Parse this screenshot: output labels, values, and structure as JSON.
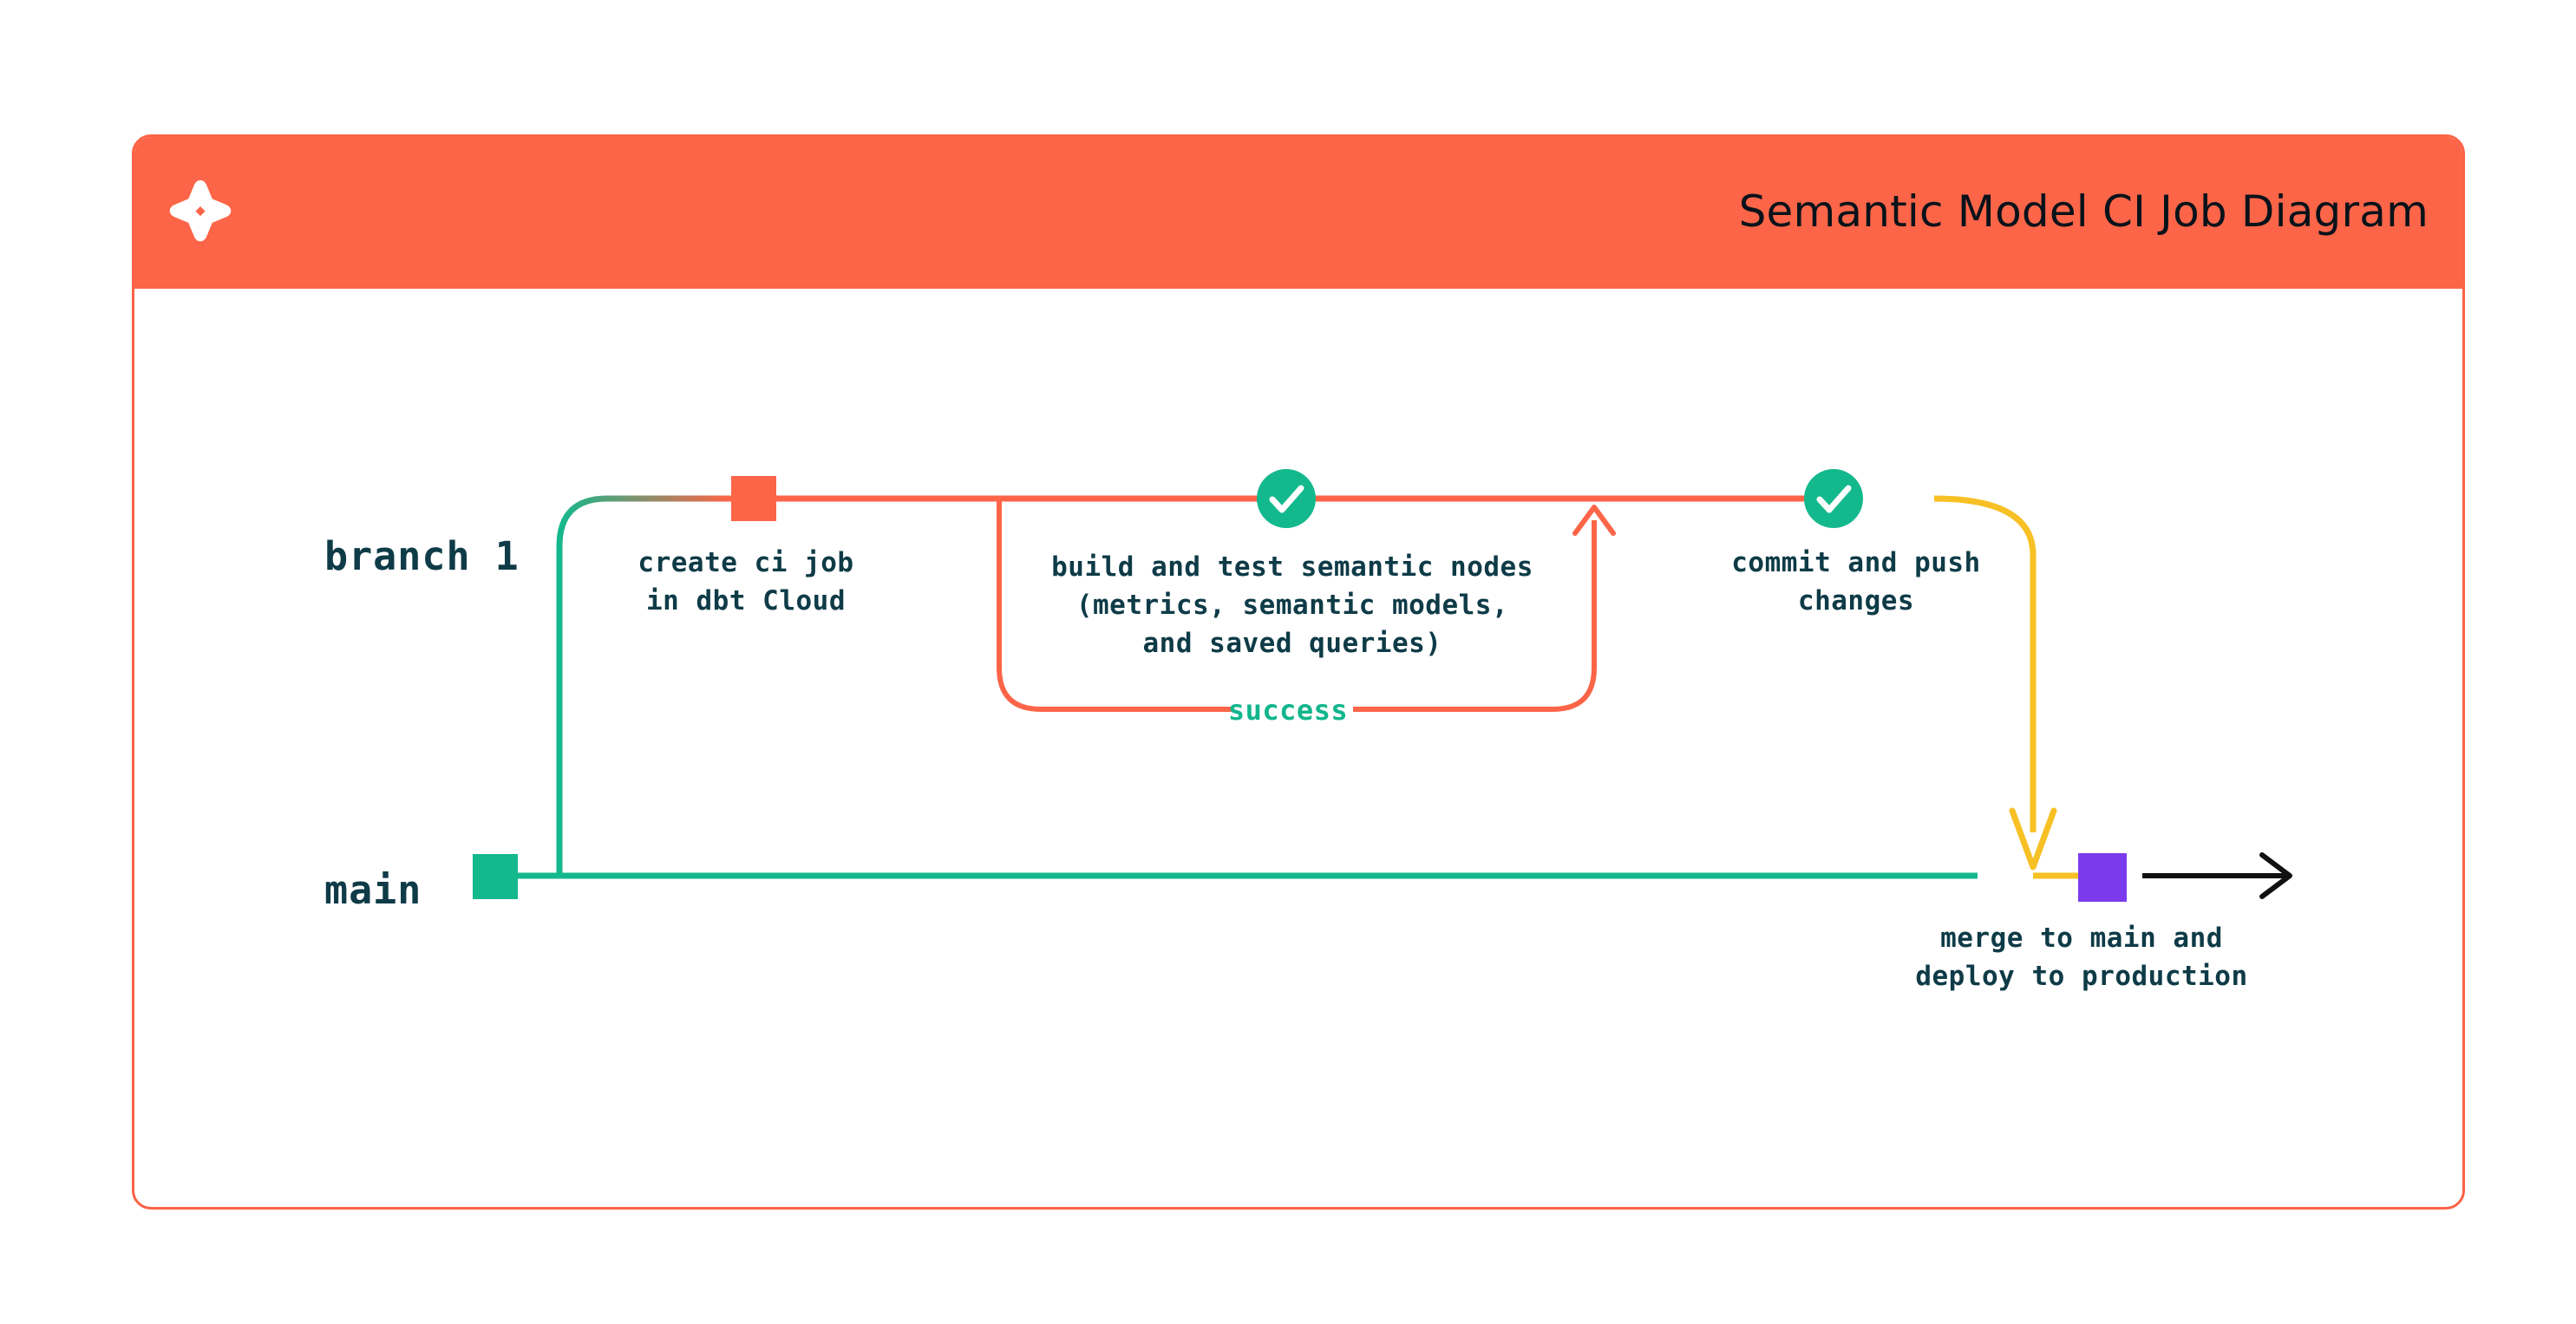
{
  "card": {
    "logo_icon": "dbt-logo-icon",
    "title": "Semantic Model CI Job Diagram",
    "border_color": "#fc6246",
    "header_color": "#fc6548"
  },
  "colors": {
    "orange": "#fc6548",
    "green": "#14b88d",
    "yellow": "#f7c024",
    "purple": "#7c3aed",
    "black": "#111111",
    "text_dark": "#0e3b47"
  },
  "lanes": [
    {
      "name": "branch-1",
      "label": "branch 1"
    },
    {
      "name": "main",
      "label": "main"
    }
  ],
  "nodes": [
    {
      "name": "create-ci-job",
      "shape": "square",
      "color": "#fc6548",
      "caption": "create ci job\nin dbt Cloud"
    },
    {
      "name": "build-and-test",
      "shape": "check-circle",
      "color": "#14b88d",
      "caption": "build and test semantic nodes\n(metrics, semantic models,\nand saved queries)"
    },
    {
      "name": "commit-and-push",
      "shape": "check-circle",
      "color": "#14b88d",
      "caption": "commit and push\nchanges"
    },
    {
      "name": "merge-to-main",
      "shape": "square",
      "color": "#7c3aed",
      "caption": "merge to main and\ndeploy to production"
    }
  ],
  "loop": {
    "name": "success-loop",
    "label": "success",
    "color": "#fc6548",
    "label_color": "#13b58c"
  }
}
